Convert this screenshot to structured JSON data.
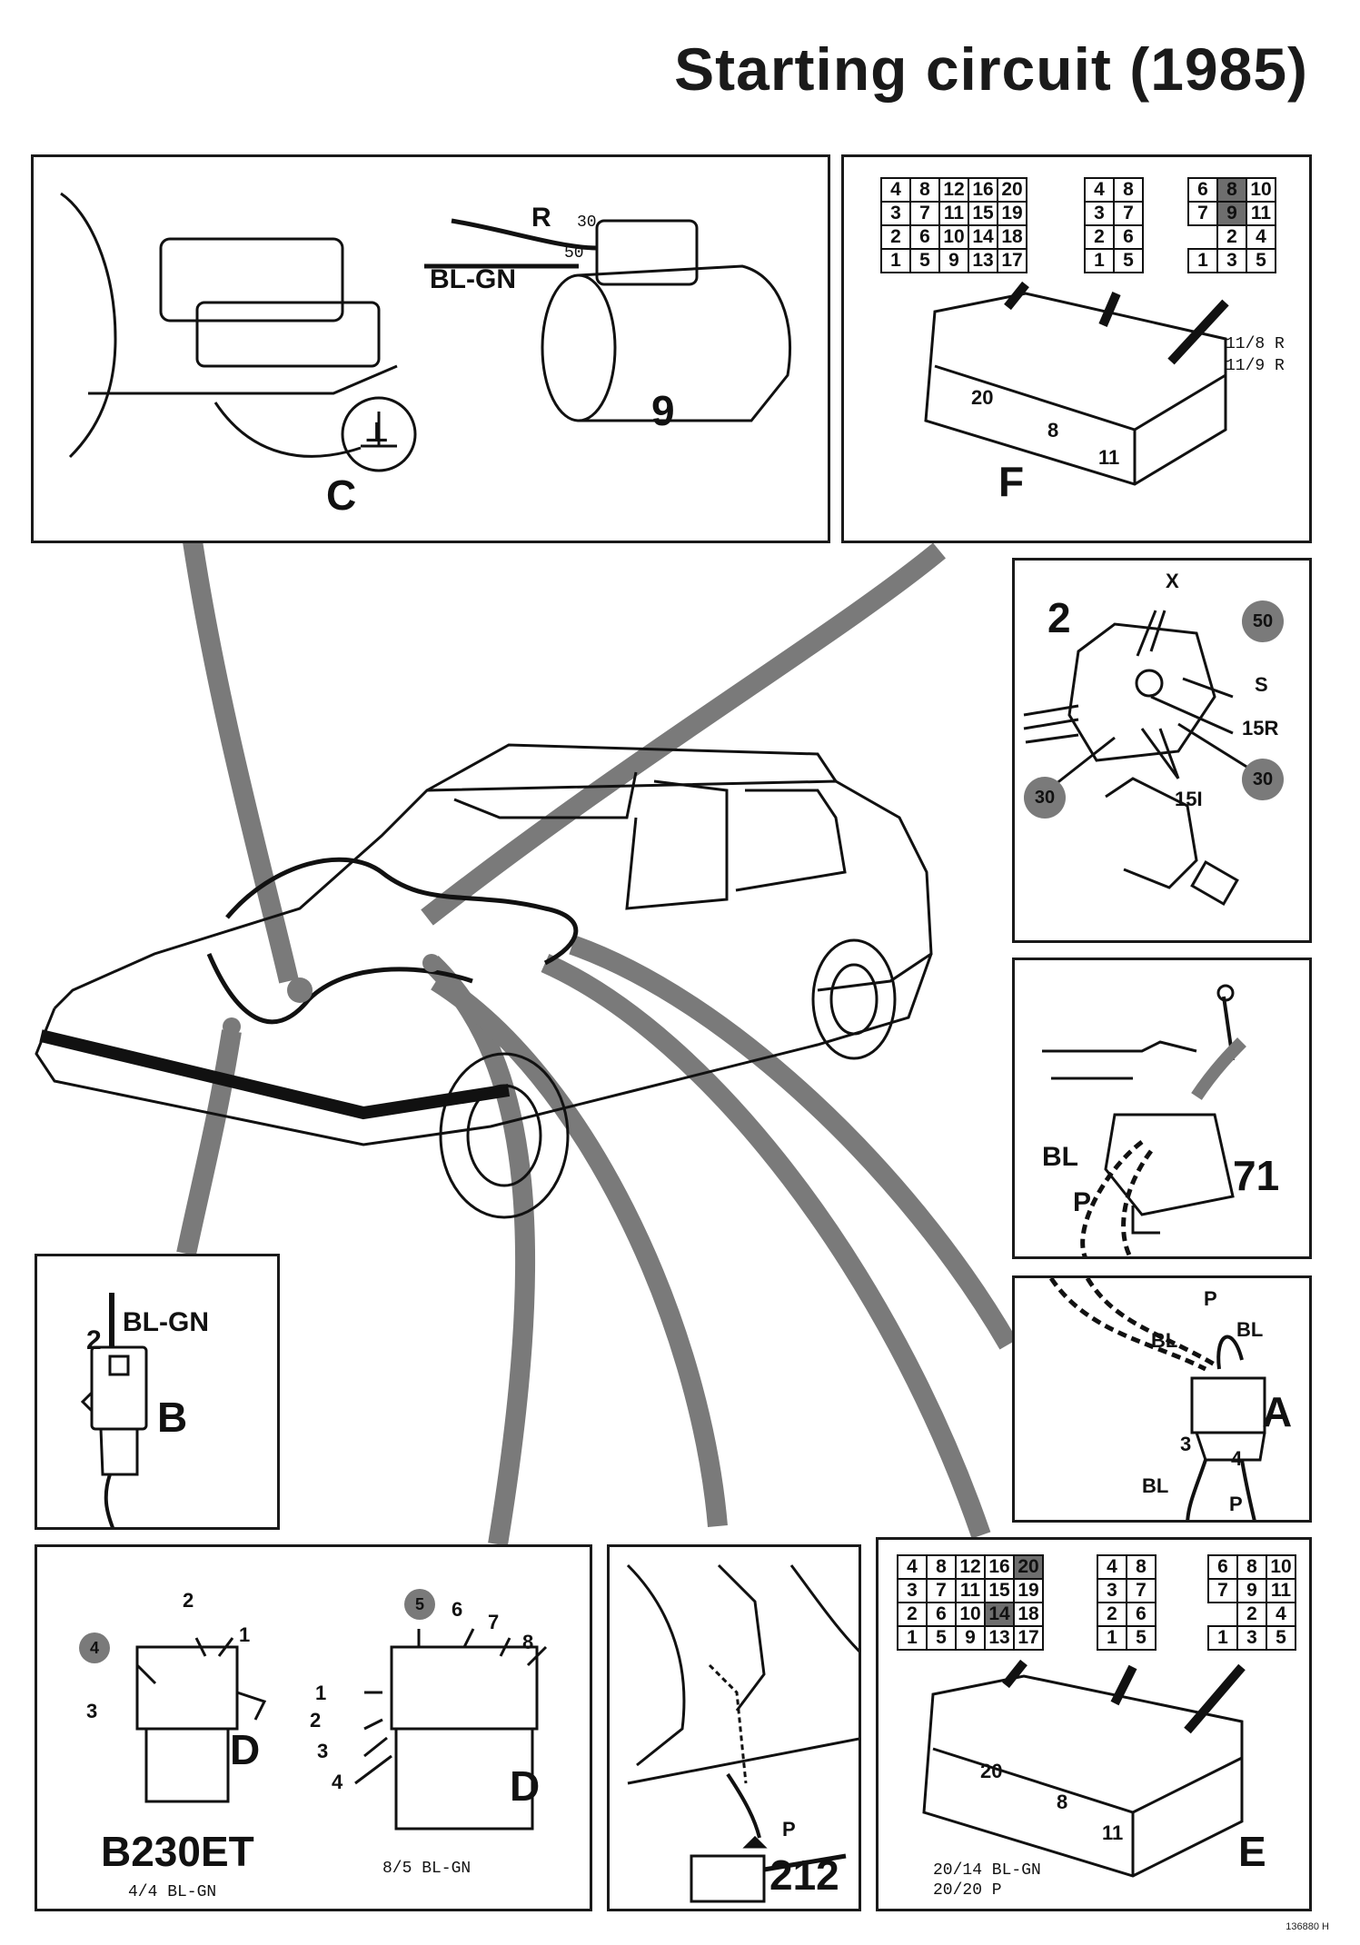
{
  "title": "Starting circuit (1985)",
  "panel_c": {
    "label": "C",
    "ground_symbol": "⊥"
  },
  "panel_9": {
    "label": "9",
    "wire_r": "R",
    "wire_blgn": "BL-GN",
    "term_30": "30",
    "term_50": "50"
  },
  "panel_f": {
    "label": "F",
    "grid_20": [
      [
        "4",
        "8",
        "12",
        "16",
        "20"
      ],
      [
        "3",
        "7",
        "11",
        "15",
        "19"
      ],
      [
        "2",
        "6",
        "10",
        "14",
        "18"
      ],
      [
        "1",
        "5",
        "9",
        "13",
        "17"
      ]
    ],
    "grid_8": [
      [
        "4",
        "8"
      ],
      [
        "3",
        "7"
      ],
      [
        "2",
        "6"
      ],
      [
        "1",
        "5"
      ]
    ],
    "grid_11": [
      [
        "6",
        "8",
        "10"
      ],
      [
        "7",
        "9",
        "11"
      ],
      [
        "",
        "2",
        "4"
      ],
      [
        "1",
        "3",
        "5"
      ]
    ],
    "block_20": "20",
    "block_8": "8",
    "block_11": "11",
    "note1": "11/8 R",
    "note2": "11/9 R"
  },
  "panel_2": {
    "label": "2",
    "x": "X",
    "s": "S",
    "r15": "15R",
    "i15": "15I",
    "t50": "50",
    "t30a": "30",
    "t30b": "30"
  },
  "panel_71": {
    "label": "71",
    "bl": "BL",
    "p": "P"
  },
  "panel_a": {
    "label": "A",
    "p_top": "P",
    "bl_left": "BL",
    "bl_right": "BL",
    "pin3": "3",
    "pin4": "4",
    "bl_bottom": "BL",
    "p_bottom": "P"
  },
  "panel_b": {
    "label": "B",
    "pin": "2",
    "wire": "BL-GN"
  },
  "panel_d": {
    "label_left": "D",
    "label_right": "D",
    "pins_left": [
      "2",
      "1",
      "4",
      "3"
    ],
    "pins_right": [
      "5",
      "6",
      "7",
      "8",
      "1",
      "2",
      "3",
      "4"
    ],
    "engine": "B230ET",
    "note_left": "4/4 BL-GN",
    "note_right": "8/5 BL-GN"
  },
  "panel_212": {
    "label": "212",
    "wire": "P"
  },
  "panel_e": {
    "label": "E",
    "grid_20": [
      [
        "4",
        "8",
        "12",
        "16",
        "20"
      ],
      [
        "3",
        "7",
        "11",
        "15",
        "19"
      ],
      [
        "2",
        "6",
        "10",
        "14",
        "18"
      ],
      [
        "1",
        "5",
        "9",
        "13",
        "17"
      ]
    ],
    "grid_8": [
      [
        "4",
        "8"
      ],
      [
        "3",
        "7"
      ],
      [
        "2",
        "6"
      ],
      [
        "1",
        "5"
      ]
    ],
    "grid_11": [
      [
        "6",
        "8",
        "10"
      ],
      [
        "7",
        "9",
        "11"
      ],
      [
        "",
        "2",
        "4"
      ],
      [
        "1",
        "3",
        "5"
      ]
    ],
    "block_20": "20",
    "block_8": "8",
    "block_11": "11",
    "note1": "20/14 BL-GN",
    "note2": "20/20 P"
  },
  "footer_code": "136880 H",
  "highlight_color": "#6e6e6e"
}
